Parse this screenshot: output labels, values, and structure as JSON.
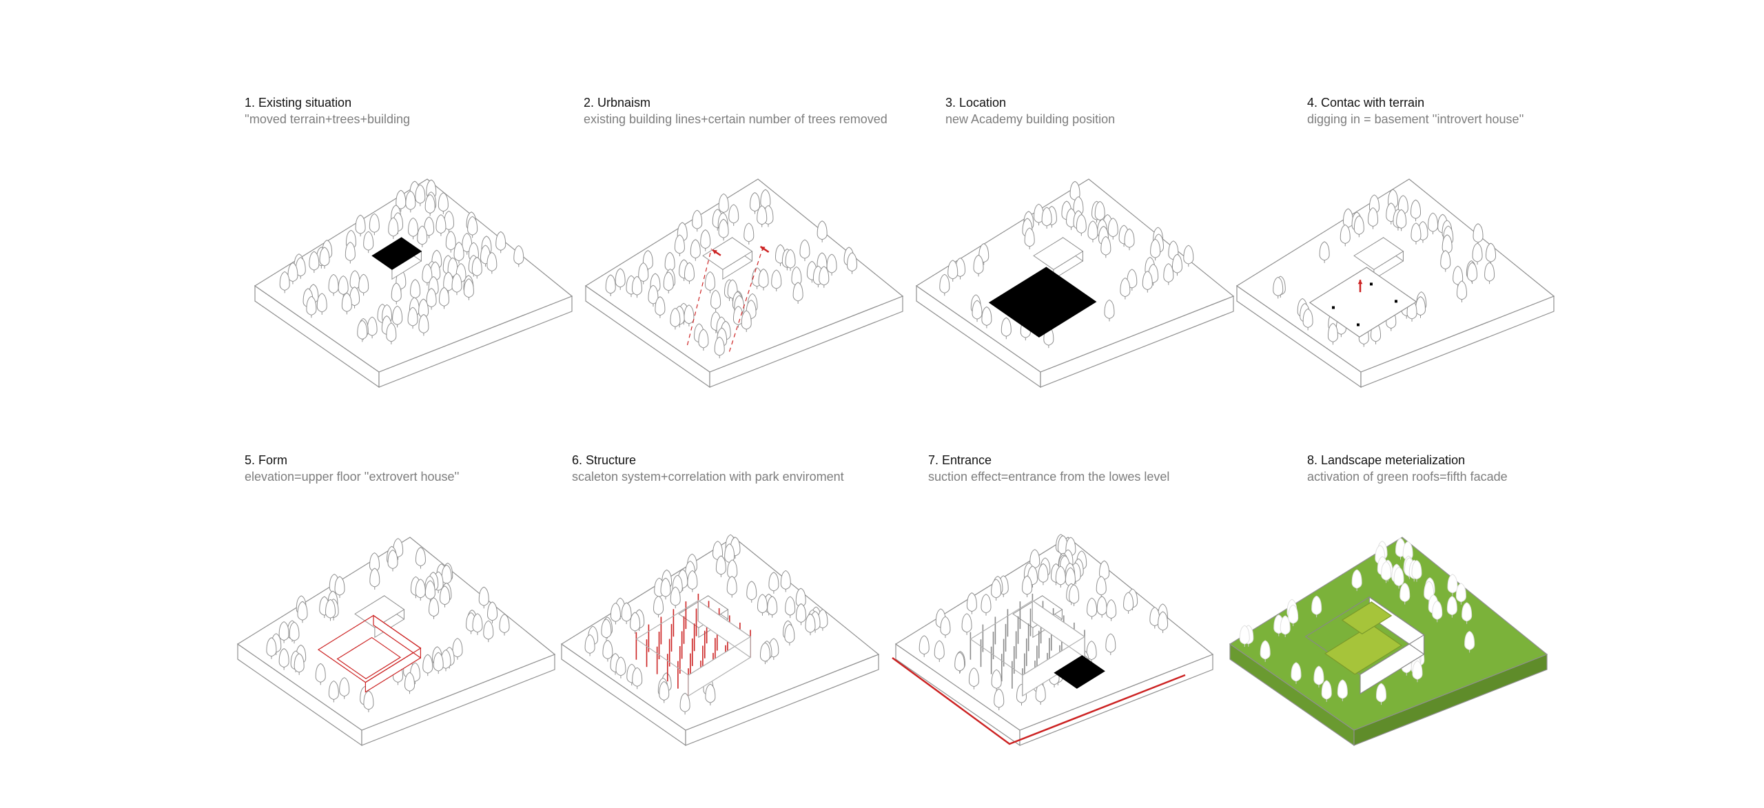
{
  "colors": {
    "line": "#8f8f8f",
    "accent_red": "#cc2222",
    "black": "#000000",
    "grass": "#7bb23a",
    "roof_green": "#a6c43a"
  },
  "panels": [
    {
      "id": "p1",
      "title": "1. Existing situation",
      "subtitle": "''moved terrain+trees+building",
      "variant": "existing"
    },
    {
      "id": "p2",
      "title": "2. Urbnaism",
      "subtitle": "existing building lines+certain number of trees removed",
      "variant": "urbanism"
    },
    {
      "id": "p3",
      "title": "3. Location",
      "subtitle": "new Academy building position",
      "variant": "location"
    },
    {
      "id": "p4",
      "title": "4. Contac with terrain",
      "subtitle": "digging in = basement ''introvert house''",
      "variant": "terrain"
    },
    {
      "id": "p5",
      "title": "5. Form",
      "subtitle": "elevation=upper floor ''extrovert house''",
      "variant": "form"
    },
    {
      "id": "p6",
      "title": "6. Structure",
      "subtitle": "scaleton system+correlation with park enviroment",
      "variant": "structure"
    },
    {
      "id": "p7",
      "title": "7. Entrance",
      "subtitle": "suction effect=entrance from the lowes level",
      "variant": "entrance"
    },
    {
      "id": "p8",
      "title": "8. Landscape meterialization",
      "subtitle": "activation of green roofs=fifth facade",
      "variant": "landscape"
    }
  ]
}
